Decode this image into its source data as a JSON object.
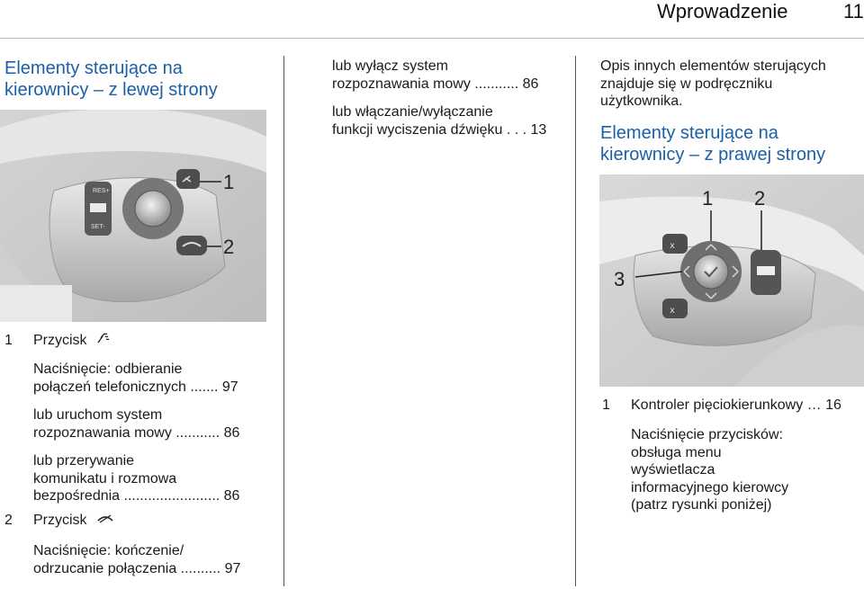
{
  "header": {
    "section": "Wprowadzenie",
    "page": "11"
  },
  "left": {
    "heading": [
      "Elementy sterujące na",
      "kierownicy – z lewej strony"
    ],
    "figure_labels": [
      "1",
      "2"
    ],
    "figure_button_text": [
      "RES+",
      "SET-"
    ],
    "items": [
      {
        "num": "1",
        "title": "Przycisk",
        "symbol": "phone-voice",
        "lines": [
          "Naciśnięcie: odbieranie",
          "połączeń telefonicznych ....... 97",
          "lub uruchom system",
          "rozpoznawania mowy ........... 86",
          "lub przerywanie",
          "komunikatu i rozmowa",
          "bezpośrednia ........................ 86"
        ]
      },
      {
        "num": "2",
        "title": "Przycisk",
        "symbol": "hang-up",
        "lines": [
          "Naciśnięcie: kończenie/",
          "odrzucanie połączenia .......... 97"
        ]
      }
    ]
  },
  "middle": {
    "lines": [
      "lub wyłącz system",
      "rozpoznawania mowy ........... 86",
      "lub włączanie/wyłączanie",
      "funkcji wyciszenia dźwięku . . . 13"
    ]
  },
  "right": {
    "intro": [
      "Opis innych elementów sterujących",
      "znajduje się w podręczniku",
      "użytkownika."
    ],
    "heading": [
      "Elementy sterujące na",
      "kierownicy – z prawej strony"
    ],
    "figure_labels": [
      "1",
      "2",
      "3"
    ],
    "items": [
      {
        "num": "1",
        "title": "Kontroler pięciokierunkowy … 16",
        "lines": [
          "Naciśnięcie przycisków:",
          "obsługa menu",
          "wyświetlacza",
          "informacyjnego kierowcy",
          "(patrz rysunki poniżej)"
        ]
      }
    ]
  },
  "colors": {
    "heading": "#1a5fa8",
    "text": "#1a1a1a"
  }
}
